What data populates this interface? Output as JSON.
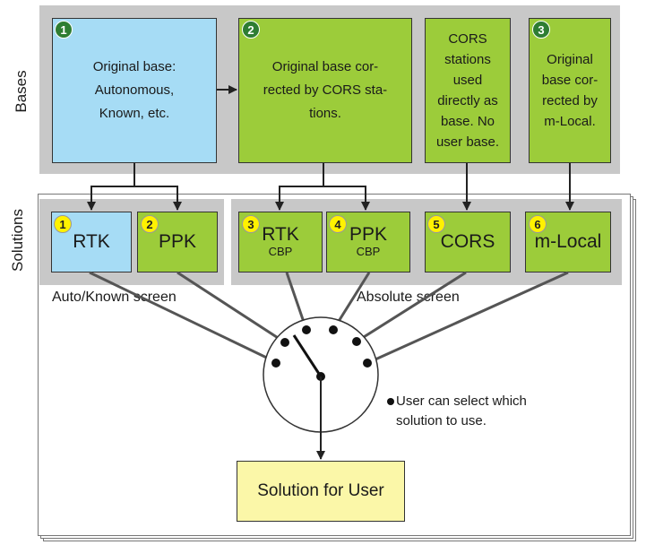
{
  "labels": {
    "bases": "Bases",
    "solutions": "Solutions"
  },
  "bases": [
    {
      "badge": "1",
      "lines": [
        "Original base:",
        "Autonomous,",
        "Known, etc."
      ]
    },
    {
      "badge": "2",
      "lines": [
        "Original base cor-",
        "rected by CORS sta-",
        "tions."
      ]
    },
    {
      "badge": "",
      "lines": [
        "CORS",
        "stations",
        "used",
        "directly as",
        "base. No",
        "user base."
      ]
    },
    {
      "badge": "3",
      "lines": [
        "Original",
        "base cor-",
        "rected by",
        "m-Local."
      ]
    }
  ],
  "solutions": [
    {
      "badge": "1",
      "main": "RTK",
      "sub": ""
    },
    {
      "badge": "2",
      "main": "PPK",
      "sub": ""
    },
    {
      "badge": "3",
      "main": "RTK",
      "sub": "CBP"
    },
    {
      "badge": "4",
      "main": "PPK",
      "sub": "CBP"
    },
    {
      "badge": "5",
      "main": "CORS",
      "sub": ""
    },
    {
      "badge": "6",
      "main": "m-Local",
      "sub": ""
    }
  ],
  "screens": {
    "auto_known": "Auto/Known screen",
    "absolute": "Absolute screen"
  },
  "note": {
    "line1": "User can select which",
    "line2": "solution to use."
  },
  "output": "Solution for User",
  "colors": {
    "blue_box": "#a6dcf5",
    "green_box": "#9ccc3a",
    "yellow_box": "#fbf7a8",
    "panel": "#c8c8c8",
    "badge_dark": "#2e7d32",
    "badge_yellow": "#fff200"
  }
}
